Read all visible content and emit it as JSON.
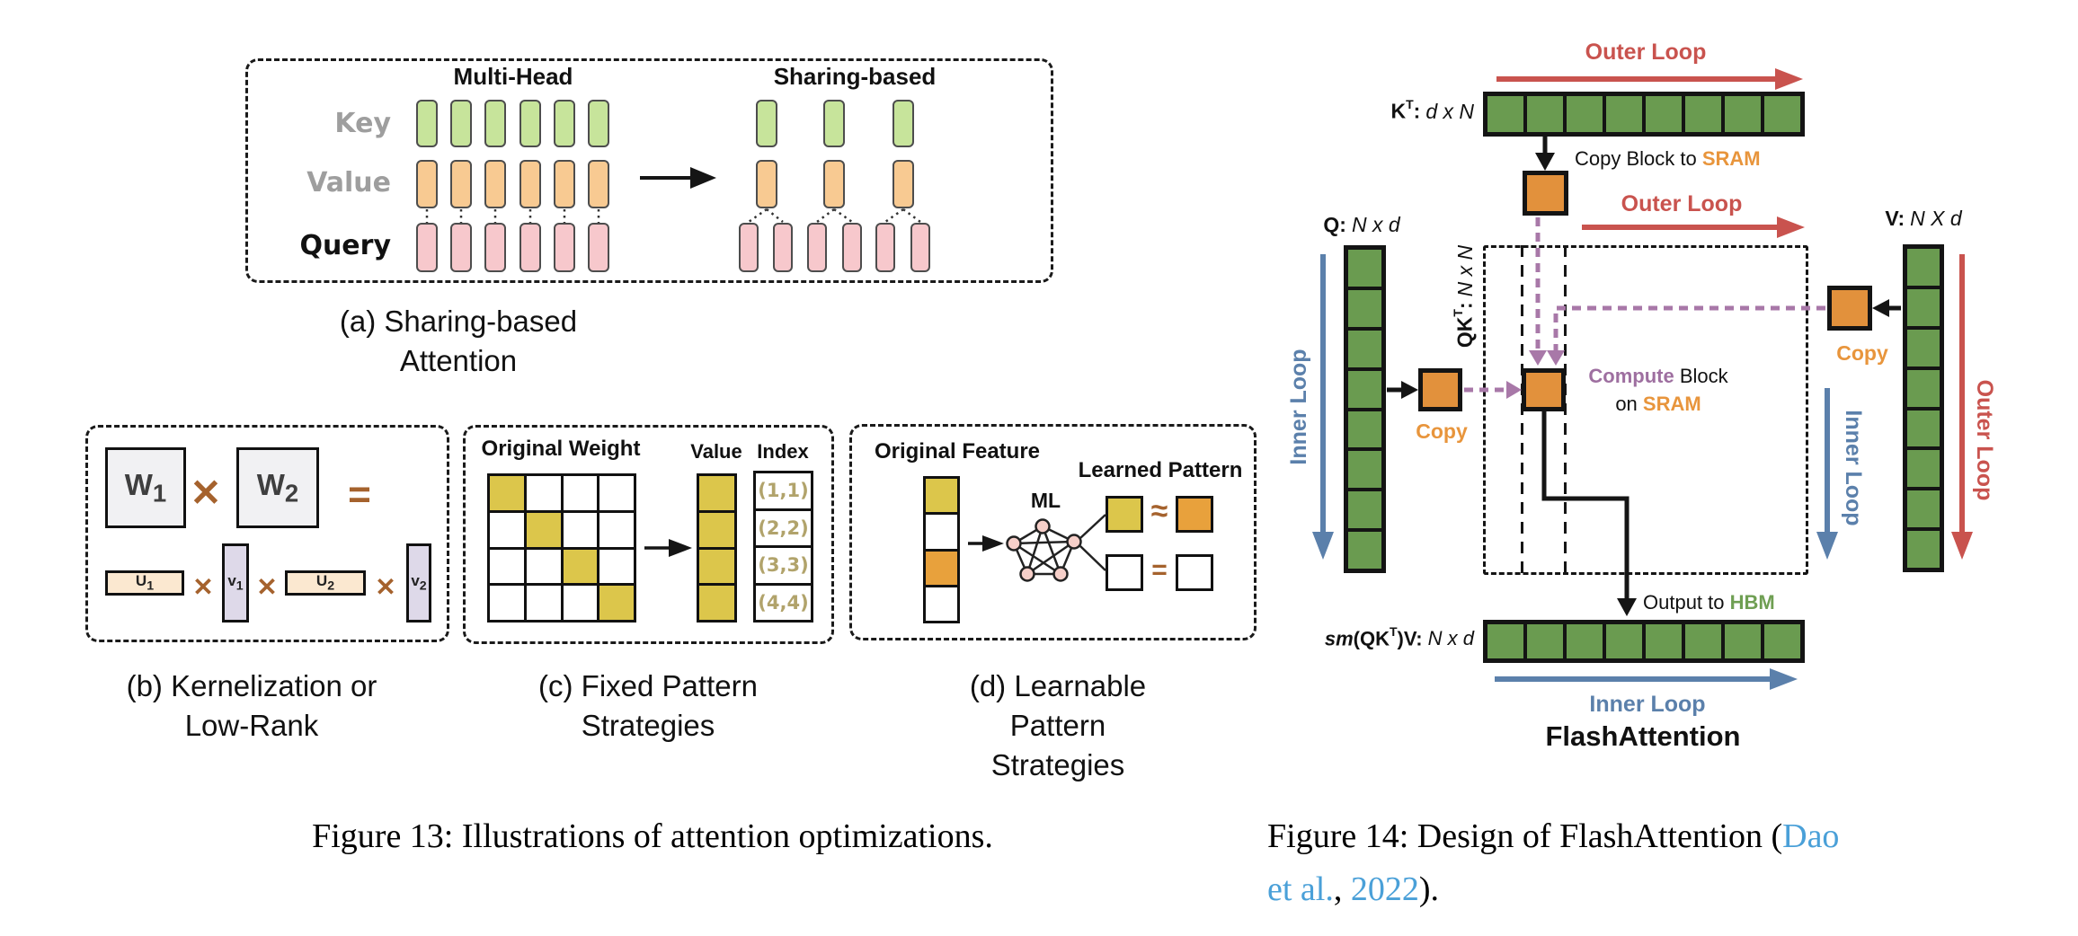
{
  "colors": {
    "key_green": "#c7e49b",
    "value_orange": "#f8ca92",
    "query_pink": "#f7c8cc",
    "bar_border": "#4d4d4d",
    "gray_label": "#9e9e9e",
    "yellow": "#dcc64b",
    "orange_cell": "#e8a13c",
    "lavender": "#ded9e9",
    "peach": "#fbe8d0",
    "gray_fill": "#f1f1f3",
    "brown": "#a5622d",
    "index_text": "#b1a36b",
    "node_pink": "#f6cfc9",
    "fa_green": "#6a9b50",
    "fa_orange": "#e2913c",
    "red": "#c9534e",
    "blue": "#5b80ab",
    "purple": "#a878a8",
    "purple_text": "#9e6fa0",
    "sram_orange": "#e8953c",
    "hbm_green": "#6f9f53",
    "link_blue": "#4aa0d8"
  },
  "fig13": {
    "caption": "Figure 13: Illustrations of attention optimizations.",
    "panel_a": {
      "header_multihead": "Multi-Head",
      "header_sharing": "Sharing-based",
      "label_key": "Key",
      "label_value": "Value",
      "label_query": "Query",
      "caption_line1": "(a) Sharing-based",
      "caption_line2": "Attention",
      "multihead_columns": 6,
      "sharing_kv_columns": 3,
      "sharing_query_columns": 6
    },
    "panel_b": {
      "w1_base": "W",
      "w1_sub": "1",
      "w2_base": "W",
      "w2_sub": "2",
      "u1_base": "U",
      "u1_sub": "1",
      "v1_base": "v",
      "v1_sub": "1",
      "u2_base": "U",
      "u2_sub": "2",
      "v2_base": "v",
      "v2_sub": "2",
      "times": "✕",
      "equals": "=",
      "caption_line1": "(b) Kernelization or",
      "caption_line2": "Low-Rank"
    },
    "panel_c": {
      "header": "Original Weight",
      "value_header": "Value",
      "index_header": "Index",
      "index_values": [
        "(1,1)",
        "(2,2)",
        "(3,3)",
        "(4,4)"
      ],
      "grid_rows": 4,
      "grid_cols": 4,
      "diagonal_cells_filled": true,
      "caption_line1": "(c) Fixed Pattern",
      "caption_line2": "Strategies"
    },
    "panel_d": {
      "header_feature": "Original Feature",
      "header_pattern": "Learned Pattern",
      "ml_label": "ML",
      "approx": "≈",
      "equals": "=",
      "feature_cells": [
        "yellow",
        "white",
        "orange",
        "white"
      ],
      "caption_line1": "(d) Learnable Pattern",
      "caption_line2": "Strategies"
    }
  },
  "fig14": {
    "title": "FlashAttention",
    "loops": {
      "outer": "Outer Loop",
      "inner": "Inner Loop"
    },
    "matrices": {
      "k": {
        "name": "K",
        "sup": "T",
        "sep": ":",
        "dims": "d x N",
        "cells": 8
      },
      "q": {
        "name": "Q",
        "sep": ":",
        "dims": "N x d",
        "cells": 8
      },
      "v": {
        "name": "V",
        "sep": ":",
        "dims": "N X d",
        "cells": 8
      },
      "qkt": {
        "name": "QK",
        "sup": "T",
        "sep": ":",
        "dims": "N x N"
      },
      "output": {
        "prefix": "sm",
        "name": "(QK",
        "sup": "T",
        "suffix": ")V:",
        "dims": "N x d",
        "cells": 8
      }
    },
    "labels": {
      "copy_block_prefix": "Copy Block to ",
      "sram": "SRAM",
      "copy": "Copy",
      "compute": "Compute",
      "block": " Block",
      "on": "on ",
      "output_prefix": "Output to ",
      "hbm": "HBM"
    },
    "caption": {
      "line1_black": "Figure 14: Design of FlashAttention (",
      "line1_link": "Dao",
      "line2_link1": "et al.",
      "line2_black1": ", ",
      "line2_link2": "2022",
      "line2_black2": ")."
    }
  }
}
